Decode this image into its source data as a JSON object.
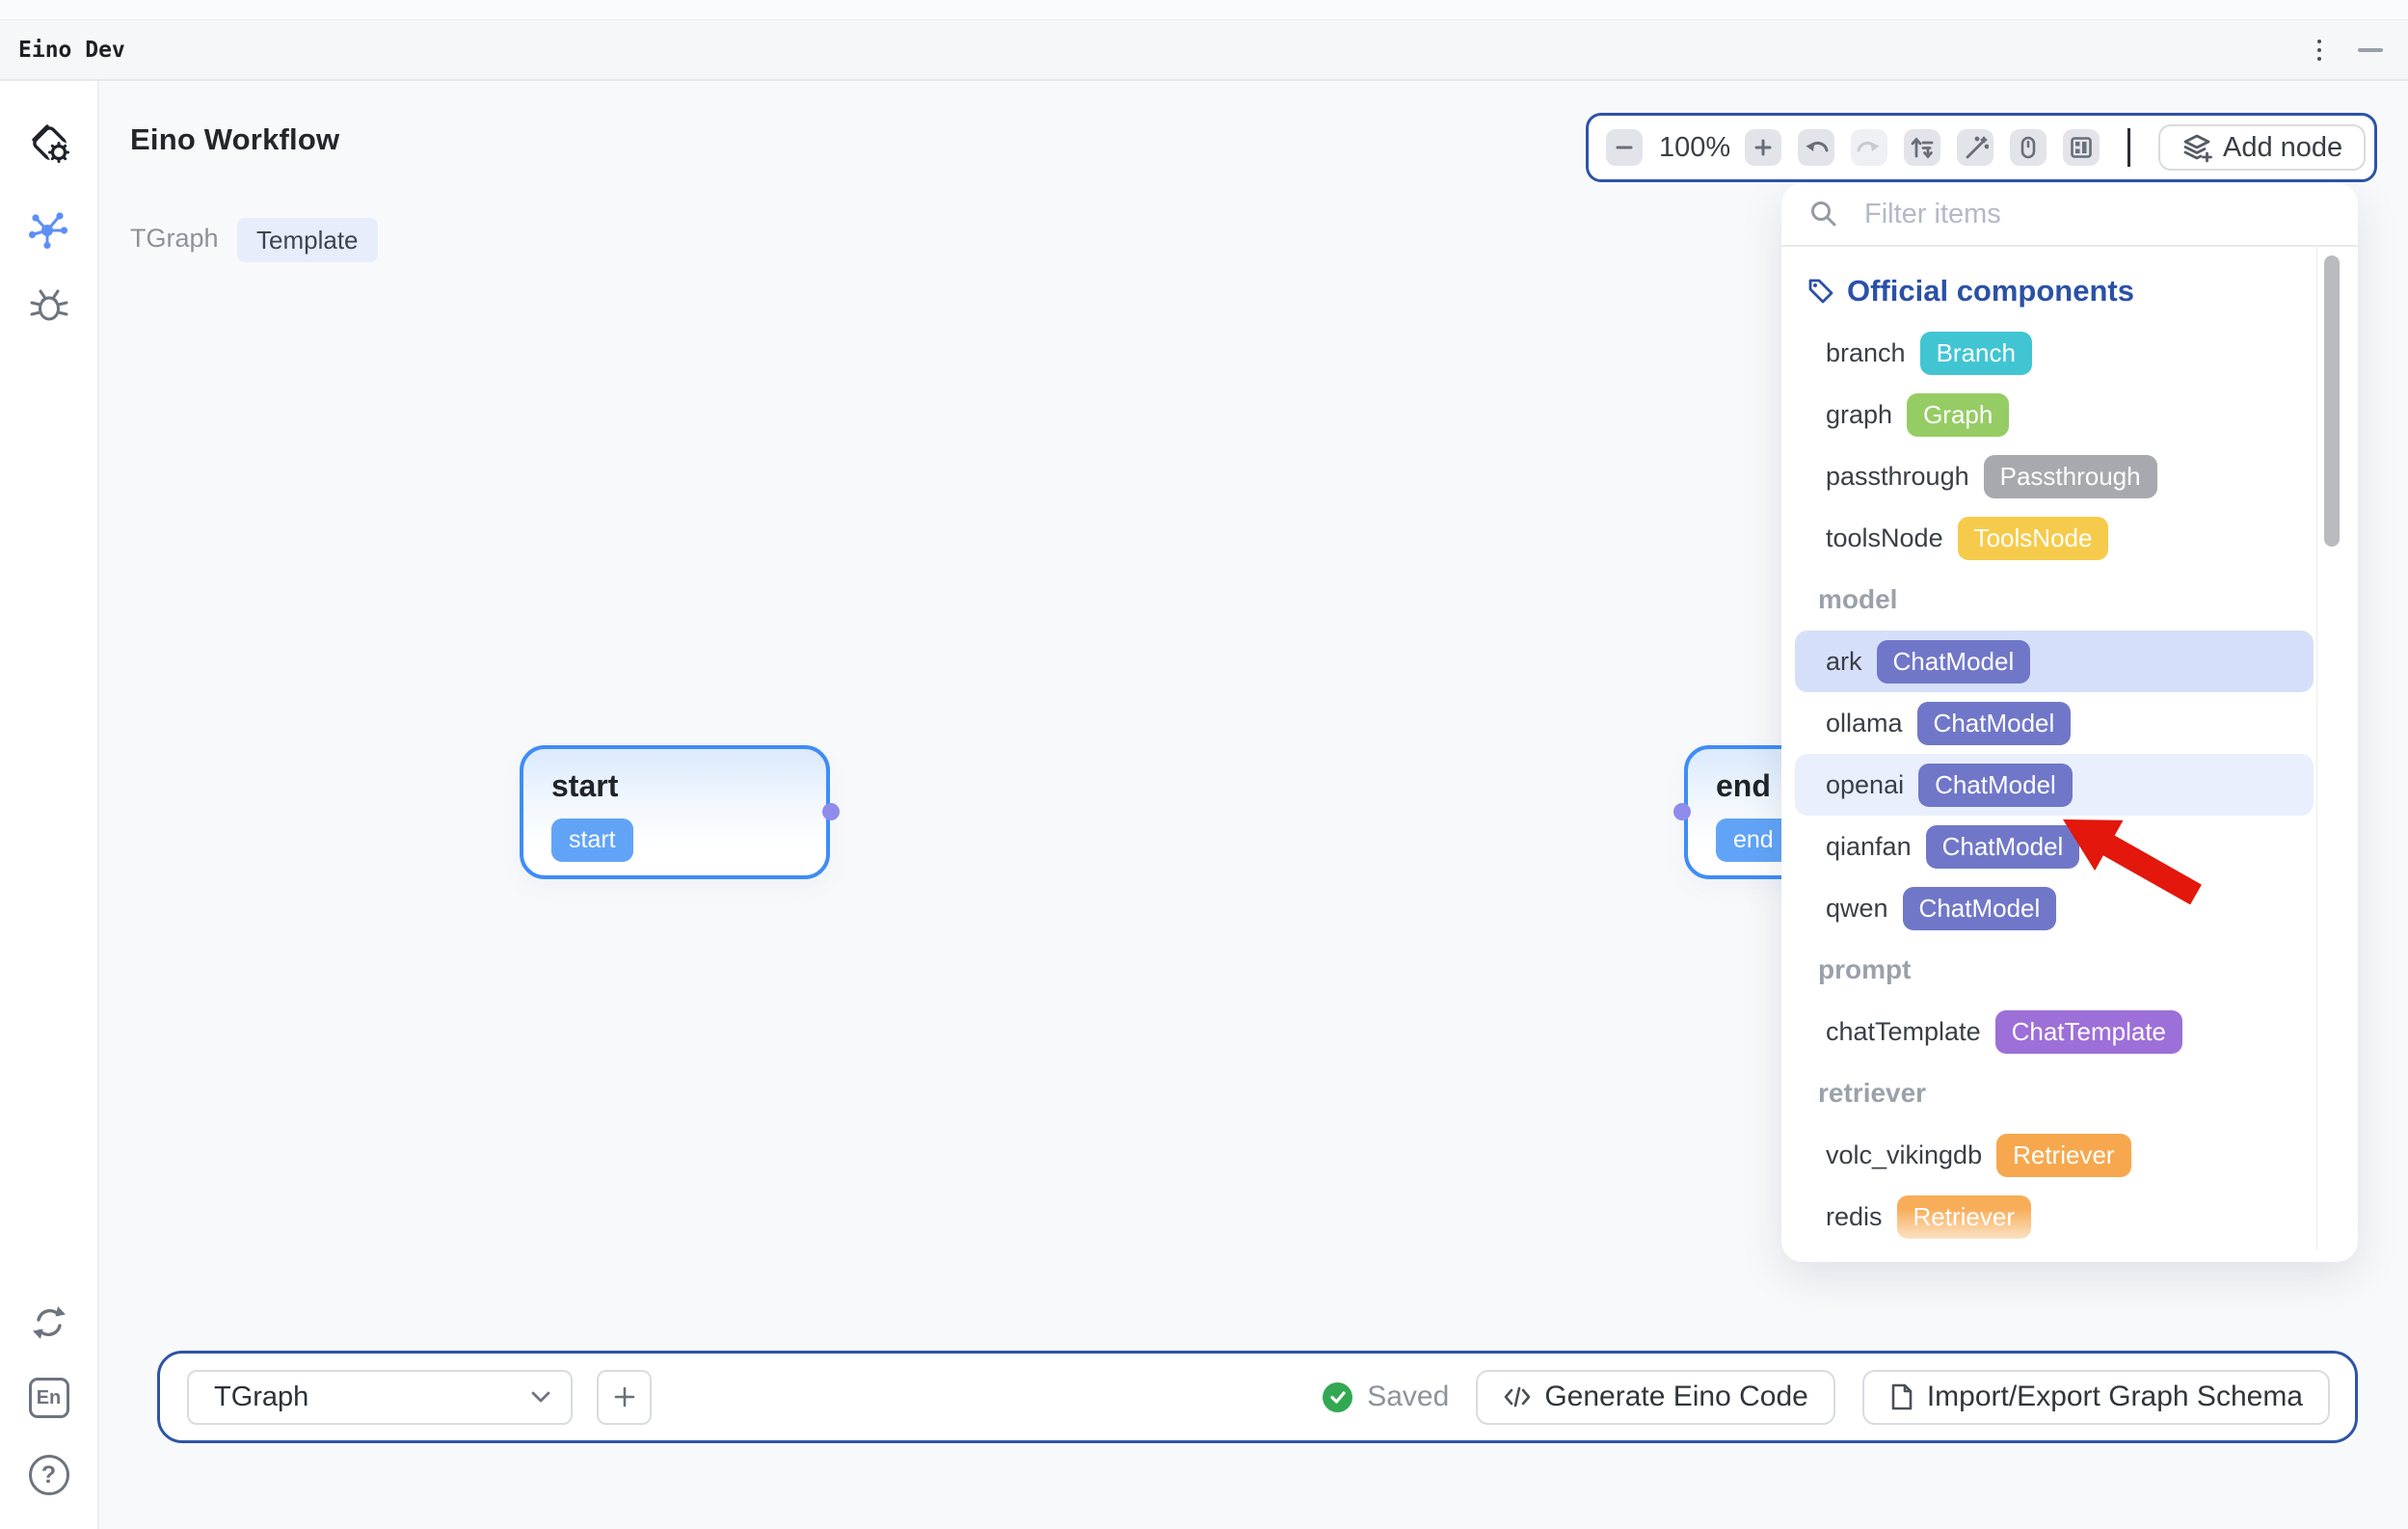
{
  "window": {
    "title": "Eino Dev"
  },
  "sidebar": {
    "language_label": "En",
    "help_label": "?"
  },
  "header": {
    "title": "Eino Workflow",
    "graph_label": "TGraph",
    "template_badge": "Template"
  },
  "toolbar": {
    "zoom_value": "100%",
    "add_node_label": "Add node"
  },
  "panel": {
    "search_placeholder": "Filter items",
    "title": "Official components",
    "rows": [
      {
        "kind": "item",
        "name": "branch",
        "badge": "Branch",
        "badge_color": "#41c5d2"
      },
      {
        "kind": "item",
        "name": "graph",
        "badge": "Graph",
        "badge_color": "#96cc64"
      },
      {
        "kind": "item",
        "name": "passthrough",
        "badge": "Passthrough",
        "badge_color": "#a7a9ae"
      },
      {
        "kind": "item",
        "name": "toolsNode",
        "badge": "ToolsNode",
        "badge_color": "#f6cb4b"
      },
      {
        "kind": "section",
        "label": "model"
      },
      {
        "kind": "item",
        "name": "ark",
        "badge": "ChatModel",
        "badge_color": "#7077c8",
        "state": "selected"
      },
      {
        "kind": "item",
        "name": "ollama",
        "badge": "ChatModel",
        "badge_color": "#7077c8"
      },
      {
        "kind": "item",
        "name": "openai",
        "badge": "ChatModel",
        "badge_color": "#7077c8",
        "state": "hovered",
        "annotated_by_red_arrow": true
      },
      {
        "kind": "item",
        "name": "qianfan",
        "badge": "ChatModel",
        "badge_color": "#7077c8"
      },
      {
        "kind": "item",
        "name": "qwen",
        "badge": "ChatModel",
        "badge_color": "#7077c8"
      },
      {
        "kind": "section",
        "label": "prompt"
      },
      {
        "kind": "item",
        "name": "chatTemplate",
        "badge": "ChatTemplate",
        "badge_color": "#9d6fd8"
      },
      {
        "kind": "section",
        "label": "retriever"
      },
      {
        "kind": "item",
        "name": "volc_vikingdb",
        "badge": "Retriever",
        "badge_color": "#f7a84e"
      },
      {
        "kind": "item",
        "name": "redis",
        "badge": "Retriever",
        "badge_color": "#f8ad58"
      }
    ]
  },
  "canvas": {
    "start_node": {
      "title": "start",
      "badge": "start"
    },
    "end_node": {
      "title": "end",
      "badge": "end"
    }
  },
  "footer": {
    "graph_select_value": "TGraph",
    "status": "Saved",
    "generate_button": "Generate Eino Code",
    "import_export_button": "Import/Export Graph Schema"
  },
  "colors": {
    "accent_border": "#2d54a7",
    "node_border": "#3f8cf6",
    "panel_title": "#2b51a7",
    "saved_green": "#33a852",
    "arrow_red": "#e3170b",
    "selected_row": "#d6dffa",
    "hovered_row": "#e9effc"
  }
}
